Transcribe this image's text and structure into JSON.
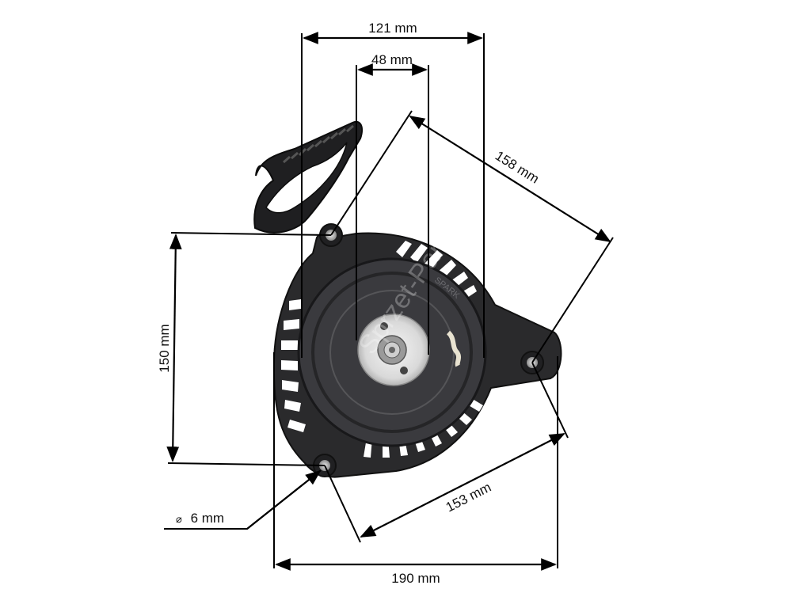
{
  "dimensions": {
    "width_top": "121 mm",
    "hub_width": "48 mm",
    "diagonal_upper": "158 mm",
    "height_left": "150 mm",
    "diagonal_lower": "153 mm",
    "width_bottom": "190 mm",
    "hole_diameter_value": "6 mm"
  },
  "symbols": {
    "diameter": "⌀"
  },
  "watermark": "Sprzet-Park",
  "part_label": "SPARK",
  "colors": {
    "housing": "#2a2a2c",
    "pulley": "#3a3a3e",
    "hub": "#dcdcdc",
    "dimension": "#000000"
  }
}
